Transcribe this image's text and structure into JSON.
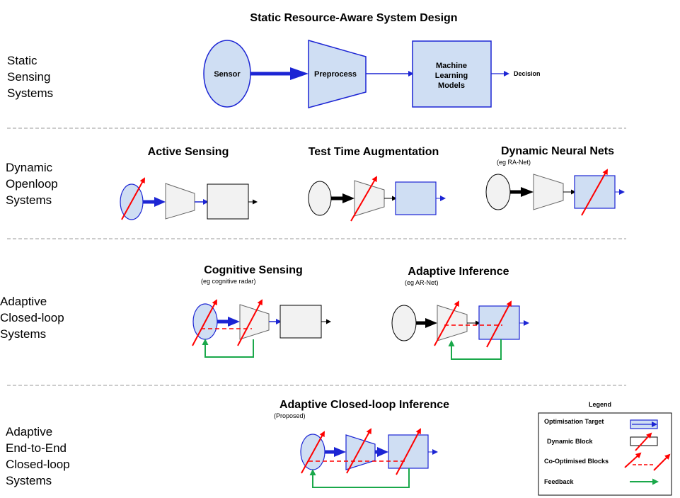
{
  "header": {
    "title": "Static Resource-Aware System Design"
  },
  "rows": {
    "static": {
      "label": [
        "Static",
        "Sensing",
        "Systems"
      ]
    },
    "openloop": {
      "label": [
        "Dynamic",
        "Openloop",
        "Systems"
      ]
    },
    "closedloop": {
      "label": [
        "Adaptive",
        "Closed-loop",
        "Systems"
      ]
    },
    "endtoend": {
      "label": [
        "Adaptive",
        "End-to-End",
        "Closed-loop",
        "Systems"
      ]
    }
  },
  "static_pipeline": {
    "sensor": "Sensor",
    "preprocess": "Preprocess",
    "model": [
      "Machine",
      "Learning",
      "Models"
    ],
    "decision": "Decision"
  },
  "panels": {
    "active_sensing": {
      "title": "Active Sensing"
    },
    "tta": {
      "title": "Test Time Augmentation"
    },
    "dnn": {
      "title": "Dynamic Neural Nets",
      "subtitle": "(eg RA-Net)"
    },
    "cognitive": {
      "title": "Cognitive Sensing",
      "subtitle": "(eg cognitive radar)"
    },
    "adaptive_inference": {
      "title": "Adaptive Inference",
      "subtitle": "(eg AR-Net)"
    },
    "proposed": {
      "title": "Adaptive Closed-loop Inference",
      "subtitle": "(Proposed)"
    }
  },
  "legend": {
    "title": "Legend",
    "items": [
      "Optimisation Target",
      "Dynamic Block",
      "Co-Optimised Blocks",
      "Feedback"
    ]
  },
  "colors": {
    "blue_fill": "#cfdef3",
    "blue_stroke": "#1c25d4",
    "gray_fill": "#f2f2f2",
    "red": "#ff0000",
    "green": "#1aa84a",
    "divider": "#999999"
  }
}
